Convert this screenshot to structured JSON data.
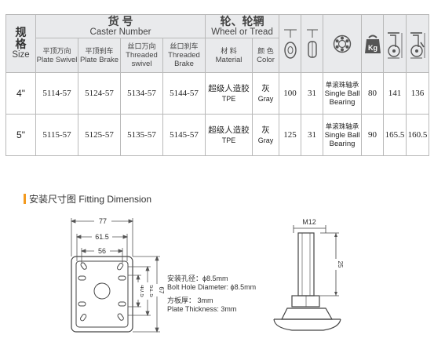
{
  "table": {
    "size_header": {
      "cn1": "规",
      "cn2": "格",
      "en": "Size"
    },
    "caster_number": {
      "cn": "货 号",
      "en": "Caster Number"
    },
    "wheel_tread": {
      "cn": "轮、轮辋",
      "en": "Wheel or Tread"
    },
    "subheaders": [
      {
        "cn": "平顶万向",
        "en": "Plate Swivel"
      },
      {
        "cn": "平顶刹车",
        "en": "Plate Brake"
      },
      {
        "cn": "丝口万向",
        "en": "Threaded swivel"
      },
      {
        "cn": "丝口刹车",
        "en": "Threaded Brake"
      }
    ],
    "material": {
      "cn": "材 料",
      "en": "Material"
    },
    "color": {
      "cn": "颜 色",
      "en": "Color"
    },
    "icons": [
      "wheel-diameter-icon",
      "wheel-width-icon",
      "bearing-icon",
      "load-weight-icon",
      "swivel-height-icon",
      "brake-height-icon"
    ],
    "weight_icon_label": "Kg",
    "rows": [
      {
        "size": "4\"",
        "plate_swivel": "5114-57",
        "plate_brake": "5124-57",
        "threaded_swivel": "5134-57",
        "threaded_brake": "5144-57",
        "material_cn": "超级人造胶",
        "material_en": "TPE",
        "color_cn": "灰",
        "color_en": "Gray",
        "diameter": "100",
        "width": "31",
        "bearing_cn": "单滚珠轴承",
        "bearing_en1": "Single Ball",
        "bearing_en2": "Bearing",
        "load": "80",
        "height1": "141",
        "height2": "136"
      },
      {
        "size": "5\"",
        "plate_swivel": "5115-57",
        "plate_brake": "5125-57",
        "threaded_swivel": "5135-57",
        "threaded_brake": "5145-57",
        "material_cn": "超级人造胶",
        "material_en": "TPE",
        "color_cn": "灰",
        "color_en": "Gray",
        "diameter": "125",
        "width": "31",
        "bearing_cn": "单滚珠轴承",
        "bearing_en1": "Single Ball",
        "bearing_en2": "Bearing",
        "load": "90",
        "height1": "165.5",
        "height2": "160.5"
      }
    ]
  },
  "fitting": {
    "title": "安装尺寸图  Fitting Dimension",
    "dims": {
      "w77": "77",
      "w61": "61.5",
      "w56": "56",
      "h40": "40.5",
      "h51": "51.5",
      "h67": "67"
    },
    "thread_label": "M12",
    "thread_length": "25",
    "notes": {
      "hole_cn": "安装孔径：ϕ8.5mm",
      "hole_en": "Bolt Hole Diameter: ϕ8.5mm",
      "thick_cn": "方板厚：   3mm",
      "thick_en": "Plate Thickness: 3mm"
    }
  },
  "colors": {
    "accent": "#f39a1e",
    "header_bg": "#e9eaec",
    "border": "#b9b9b9"
  }
}
